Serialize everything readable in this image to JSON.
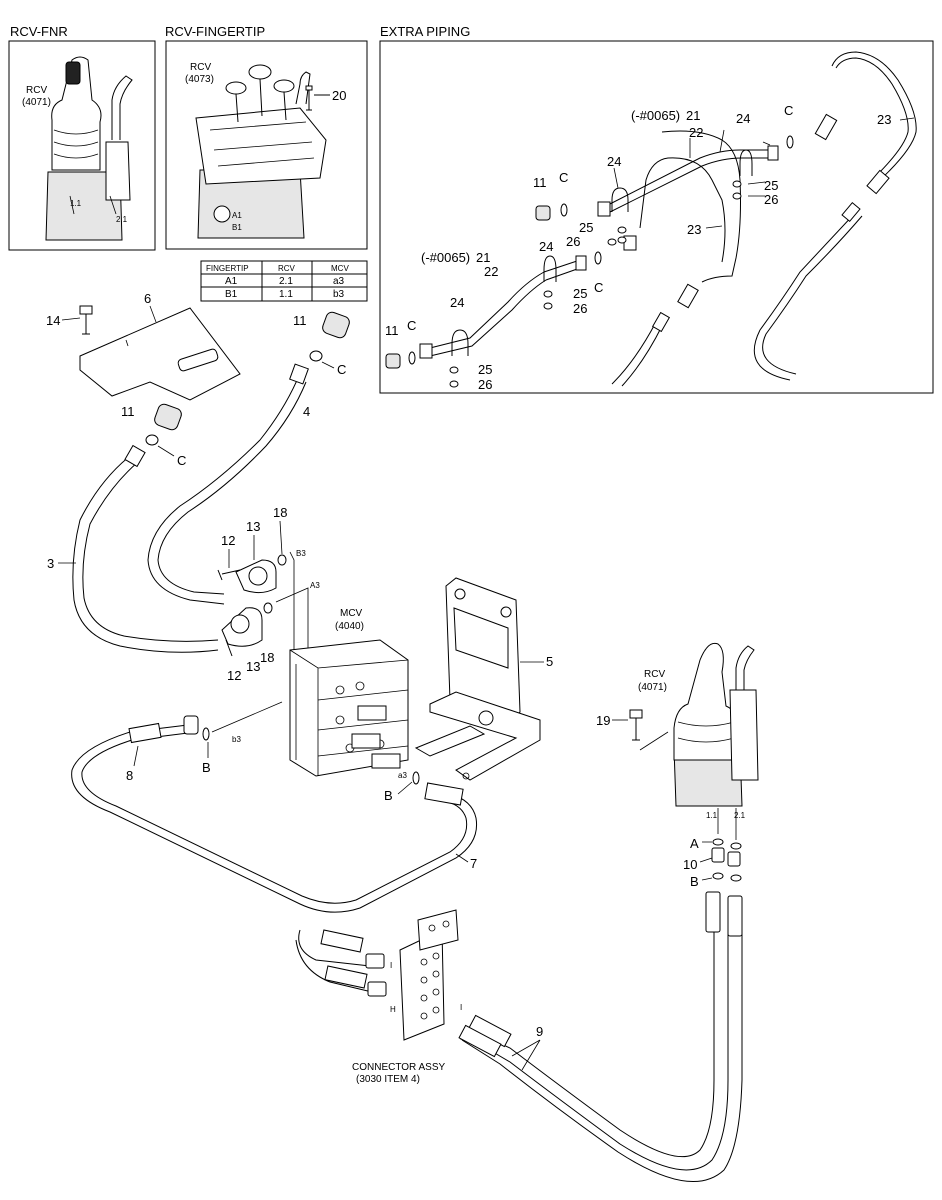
{
  "panels": {
    "fnr": {
      "title": "RCV-FNR",
      "rcv_line1": "RCV",
      "rcv_line2": "(4071)",
      "port1": "1.1",
      "port2": "2.1"
    },
    "fingertip": {
      "title": "RCV-FINGERTIP",
      "rcv_line1": "RCV",
      "rcv_line2": "(4073)",
      "port_a": "A1",
      "port_b": "B1",
      "part": "20"
    },
    "extra": {
      "title": "EXTRA PIPING"
    }
  },
  "table": {
    "headers": [
      "FINGERTIP",
      "RCV",
      "MCV"
    ],
    "rows": [
      [
        "A1",
        "2.1",
        "a3"
      ],
      [
        "B1",
        "1.1",
        "b3"
      ]
    ]
  },
  "extra_labels": {
    "note_upper": "(-#0065)",
    "note_lower": "(-#0065)",
    "p21": "21",
    "p22": "22",
    "p23": "23",
    "p24": "24",
    "p25": "25",
    "p26": "26",
    "p11": "11",
    "pc": "C"
  },
  "main_labels": {
    "p3": "3",
    "p4": "4",
    "p5": "5",
    "p6": "6",
    "p7": "7",
    "p8": "8",
    "p9": "9",
    "p10": "10",
    "p11": "11",
    "p12": "12",
    "p13": "13",
    "p14": "14",
    "p18": "18",
    "p19": "19",
    "b": "B",
    "c": "C",
    "a": "A",
    "mcv_line1": "MCV",
    "mcv_line2": "(4040)",
    "rcv_line1": "RCV",
    "rcv_line2": "(4071)",
    "port_b3": "b3",
    "port_a3": "a3",
    "port_B3": "B3",
    "port_A3": "A3",
    "port_11": "1.1",
    "port_21": "2.1",
    "port_i": "I",
    "port_h": "H",
    "connector_line1": "CONNECTOR ASSY",
    "connector_line2": "(3030 ITEM 4)"
  }
}
